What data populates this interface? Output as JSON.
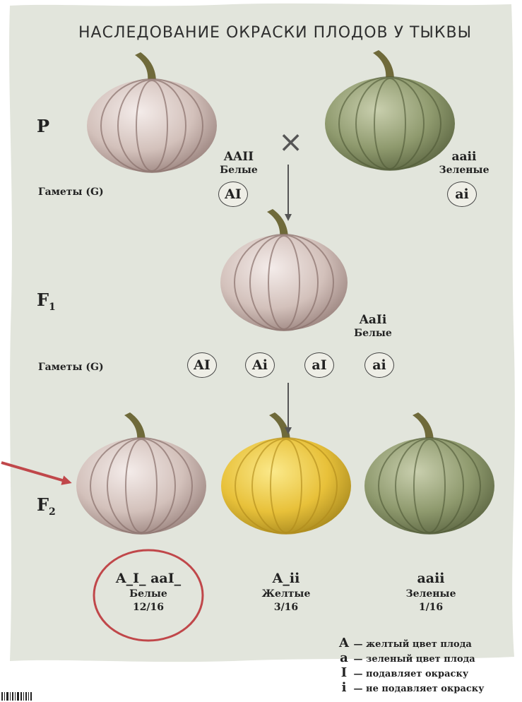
{
  "title": "НАСЛЕДОВАНИЕ ОКРАСКИ ПЛОДОВ У ТЫКВЫ",
  "colors": {
    "background": "#e2e5dc",
    "white_pumpkin": "#d3c1bb",
    "green_pumpkin": "#8f9a6e",
    "yellow_pumpkin": "#e8c13a",
    "arrow_highlight": "#c0474a"
  },
  "rows": {
    "p_label": "P",
    "f1_label": "F",
    "f1_sub": "1",
    "f2_label": "F",
    "f2_sub": "2",
    "gametes_label_1": "Гаметы (G)",
    "gametes_label_2": "Гаметы (G)"
  },
  "cross_symbol": "×",
  "parents": {
    "left": {
      "genotype": "AAII",
      "phenotype": "Белые"
    },
    "right": {
      "genotype": "aaii",
      "phenotype": "Зеленые"
    }
  },
  "parent_gametes": [
    "AI",
    "ai"
  ],
  "f1": {
    "genotype": "AaIi",
    "phenotype": "Белые"
  },
  "f1_gametes": [
    "AI",
    "Ai",
    "aI",
    "ai"
  ],
  "f2": [
    {
      "genotype": "A_I_ aaI_",
      "phenotype": "Белые",
      "ratio": "12/16"
    },
    {
      "genotype": "A_ii",
      "phenotype": "Желтые",
      "ratio": "3/16"
    },
    {
      "genotype": "aaii",
      "phenotype": "Зеленые",
      "ratio": "1/16"
    }
  ],
  "legend": [
    {
      "symbol": "A",
      "text": "— желтый цвет плода"
    },
    {
      "symbol": "a",
      "text": "— зеленый цвет плода"
    },
    {
      "symbol": "I",
      "text": "— подавляет окраску"
    },
    {
      "symbol": "i",
      "text": "— не подавляет окраску"
    }
  ]
}
